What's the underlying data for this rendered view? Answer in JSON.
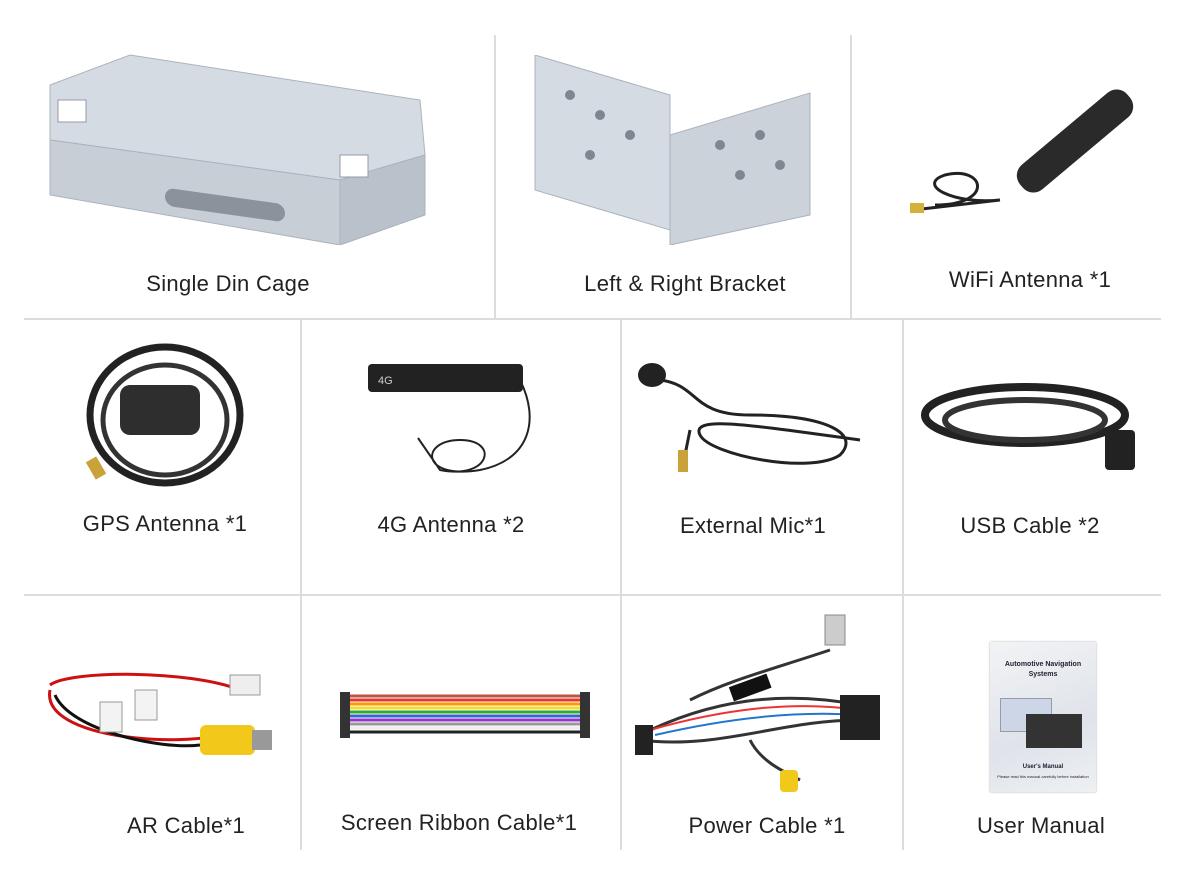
{
  "items": [
    {
      "label": "Single Din Cage",
      "icon": "din-cage-image"
    },
    {
      "label": "Left & Right Bracket",
      "icon": "bracket-image"
    },
    {
      "label": "WiFi Antenna *1",
      "icon": "wifi-antenna-image"
    },
    {
      "label": "GPS Antenna *1",
      "icon": "gps-antenna-image"
    },
    {
      "label": "4G Antenna *2",
      "icon": "4g-antenna-image"
    },
    {
      "label": "External Mic*1",
      "icon": "mic-image"
    },
    {
      "label": "USB Cable *2",
      "icon": "usb-cable-image"
    },
    {
      "label": "AR Cable*1",
      "icon": "ar-cable-image"
    },
    {
      "label": "Screen Ribbon Cable*1",
      "icon": "ribbon-cable-image"
    },
    {
      "label": "Power Cable *1",
      "icon": "power-cable-image"
    },
    {
      "label": "User Manual",
      "icon": "manual-image"
    }
  ],
  "manual": {
    "title": "Automotive Navigation Systems",
    "subtitle": "User's Manual",
    "note": "Please read this manual carefully before installation"
  },
  "antenna_mark": "4G"
}
